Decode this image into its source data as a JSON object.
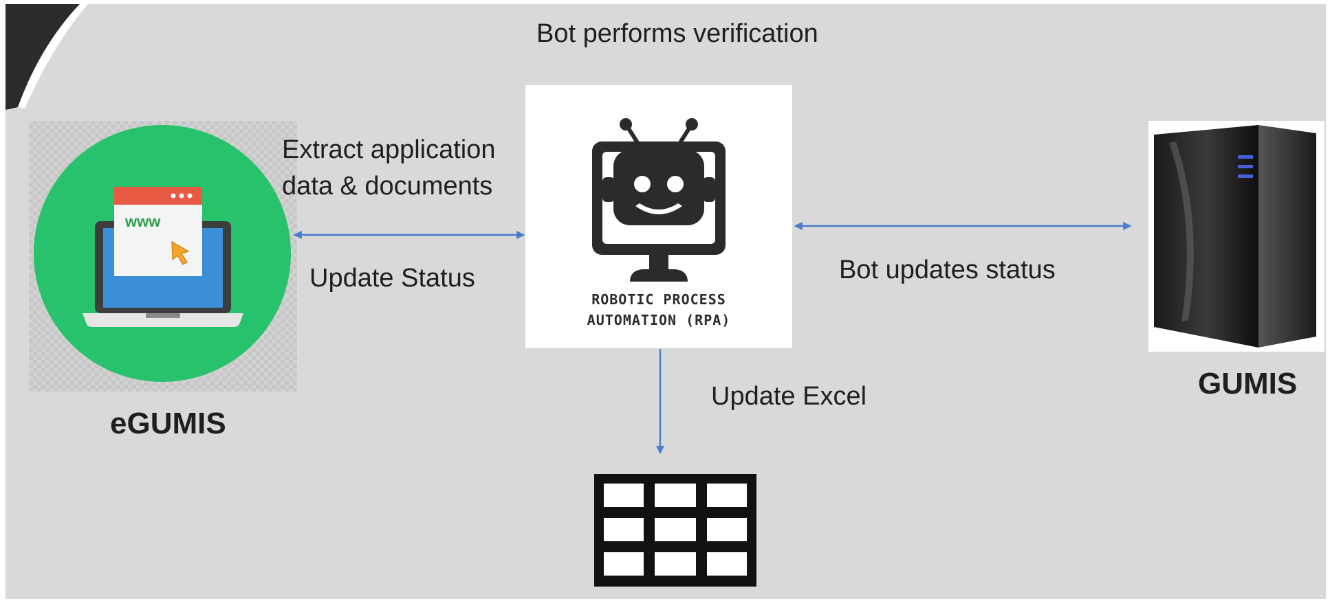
{
  "title": "Bot performs verification",
  "extract_label_line1": "Extract application",
  "extract_label_line2": "data & documents",
  "update_status_label": "Update Status",
  "bot_updates_label": "Bot updates status",
  "update_excel_label": "Update Excel",
  "egumis_label": "eGUMIS",
  "gumis_label": "GUMIS",
  "rpa_caption_line1": "ROBOTIC PROCESS",
  "rpa_caption_line2": "AUTOMATION (RPA)",
  "browser_text": "www",
  "colors": {
    "background": "#d9d9d9",
    "arrow": "#4a7cc9",
    "circle_green": "#27c26b",
    "laptop_blue": "#3a8fd6",
    "browser_red": "#e85a44",
    "www_green": "#2e9e4f",
    "cursor": "#f4a52b"
  },
  "icons": [
    "laptop-browser-icon",
    "robot-monitor-icon",
    "server-tower-icon",
    "spreadsheet-grid-icon"
  ]
}
